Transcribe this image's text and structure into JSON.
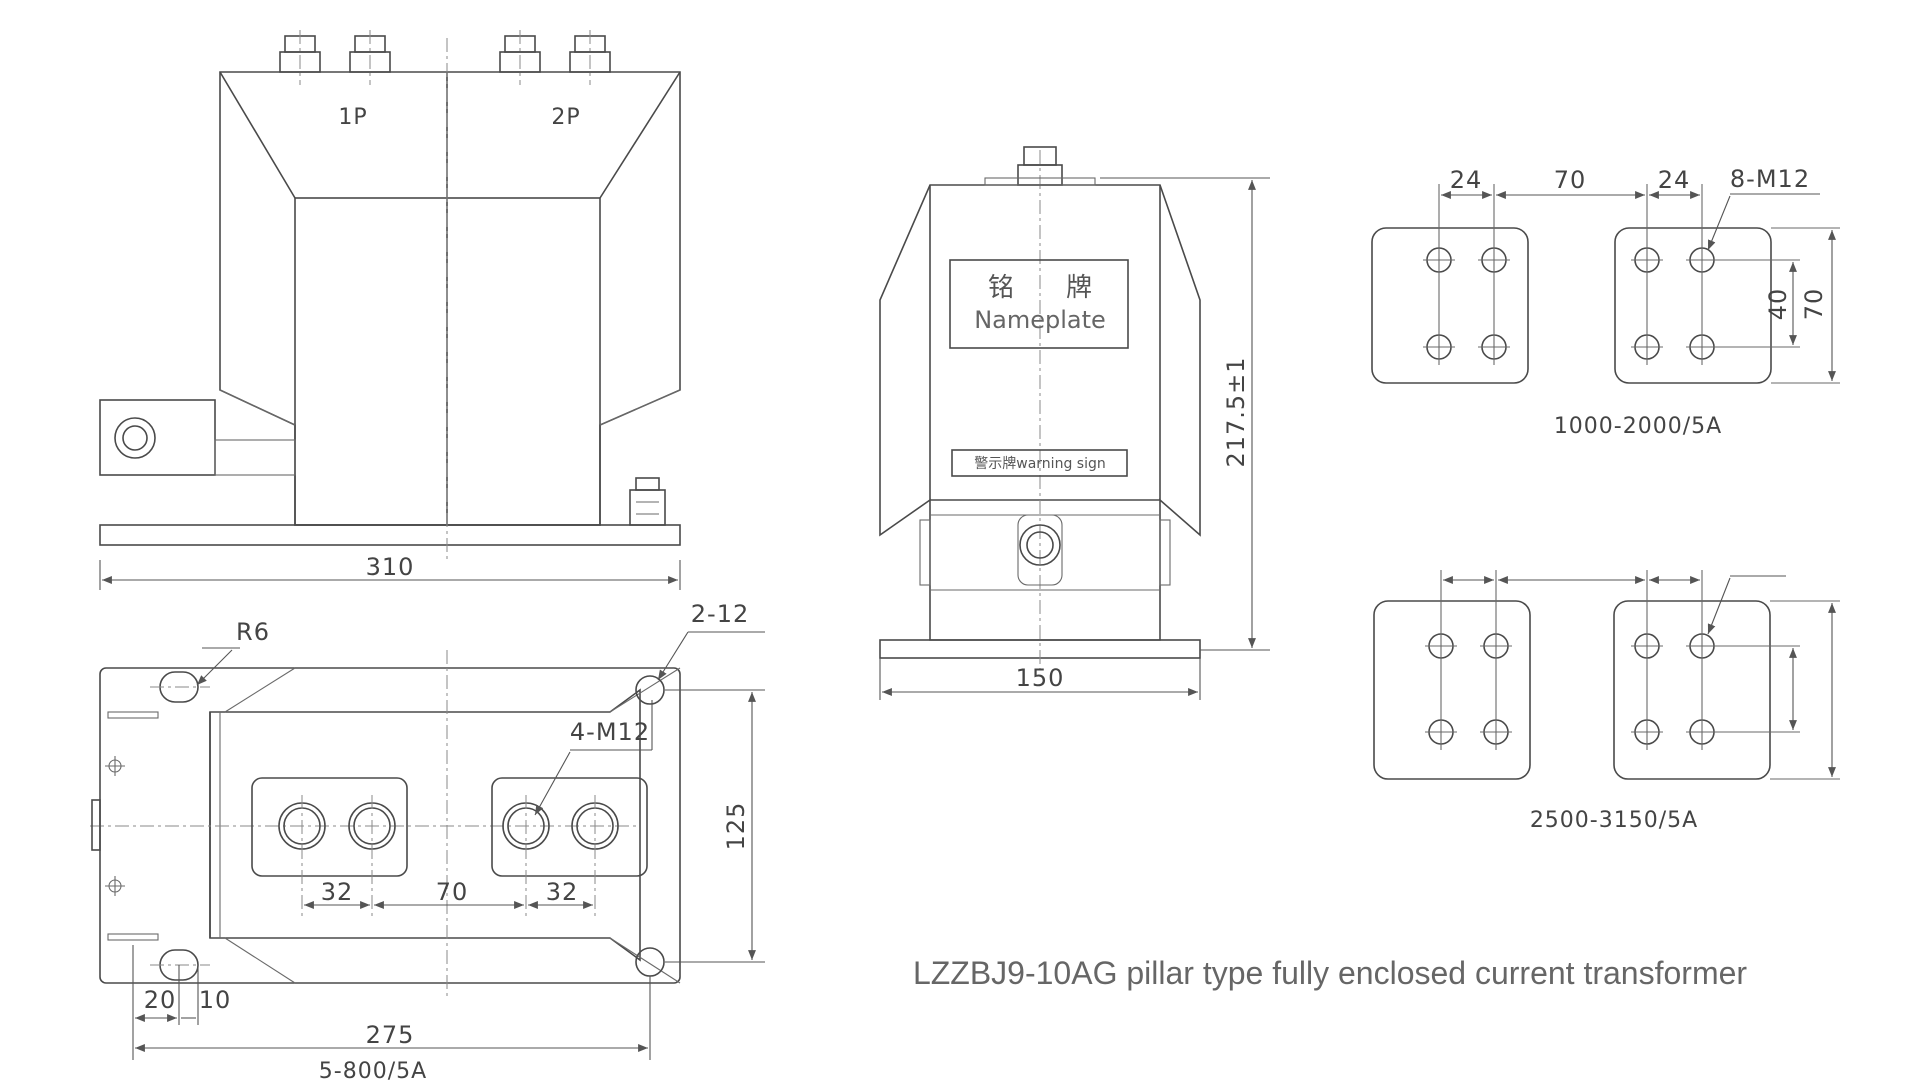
{
  "caption": "LZZBJ9-10AG pillar type fully enclosed current transformer",
  "front_view": {
    "terminal_1": "1P",
    "terminal_2": "2P",
    "width_dim": "310"
  },
  "plan_view": {
    "radius_label": "R6",
    "holes_label": "2-12",
    "threads_label": "4-M12",
    "dim_32a": "32",
    "dim_70": "70",
    "dim_32b": "32",
    "height_dim": "125",
    "dim_20": "20",
    "dim_10": "10",
    "length_dim": "275",
    "ratio_label": "5-800/5A"
  },
  "side_view": {
    "nameplate_cn": "铭　　牌",
    "nameplate_en": "Nameplate",
    "warning_sign": "警示牌warning sign",
    "height_dim": "217.5±1",
    "width_dim": "150"
  },
  "terminal_detail_1": {
    "dim_24a": "24",
    "dim_70": "70",
    "dim_24b": "24",
    "threads_label": "8-M12",
    "dim_40": "40",
    "dim_70v": "70",
    "ratio_label": "1000-2000/5A"
  },
  "terminal_detail_2": {
    "ratio_label": "2500-3150/5A"
  }
}
